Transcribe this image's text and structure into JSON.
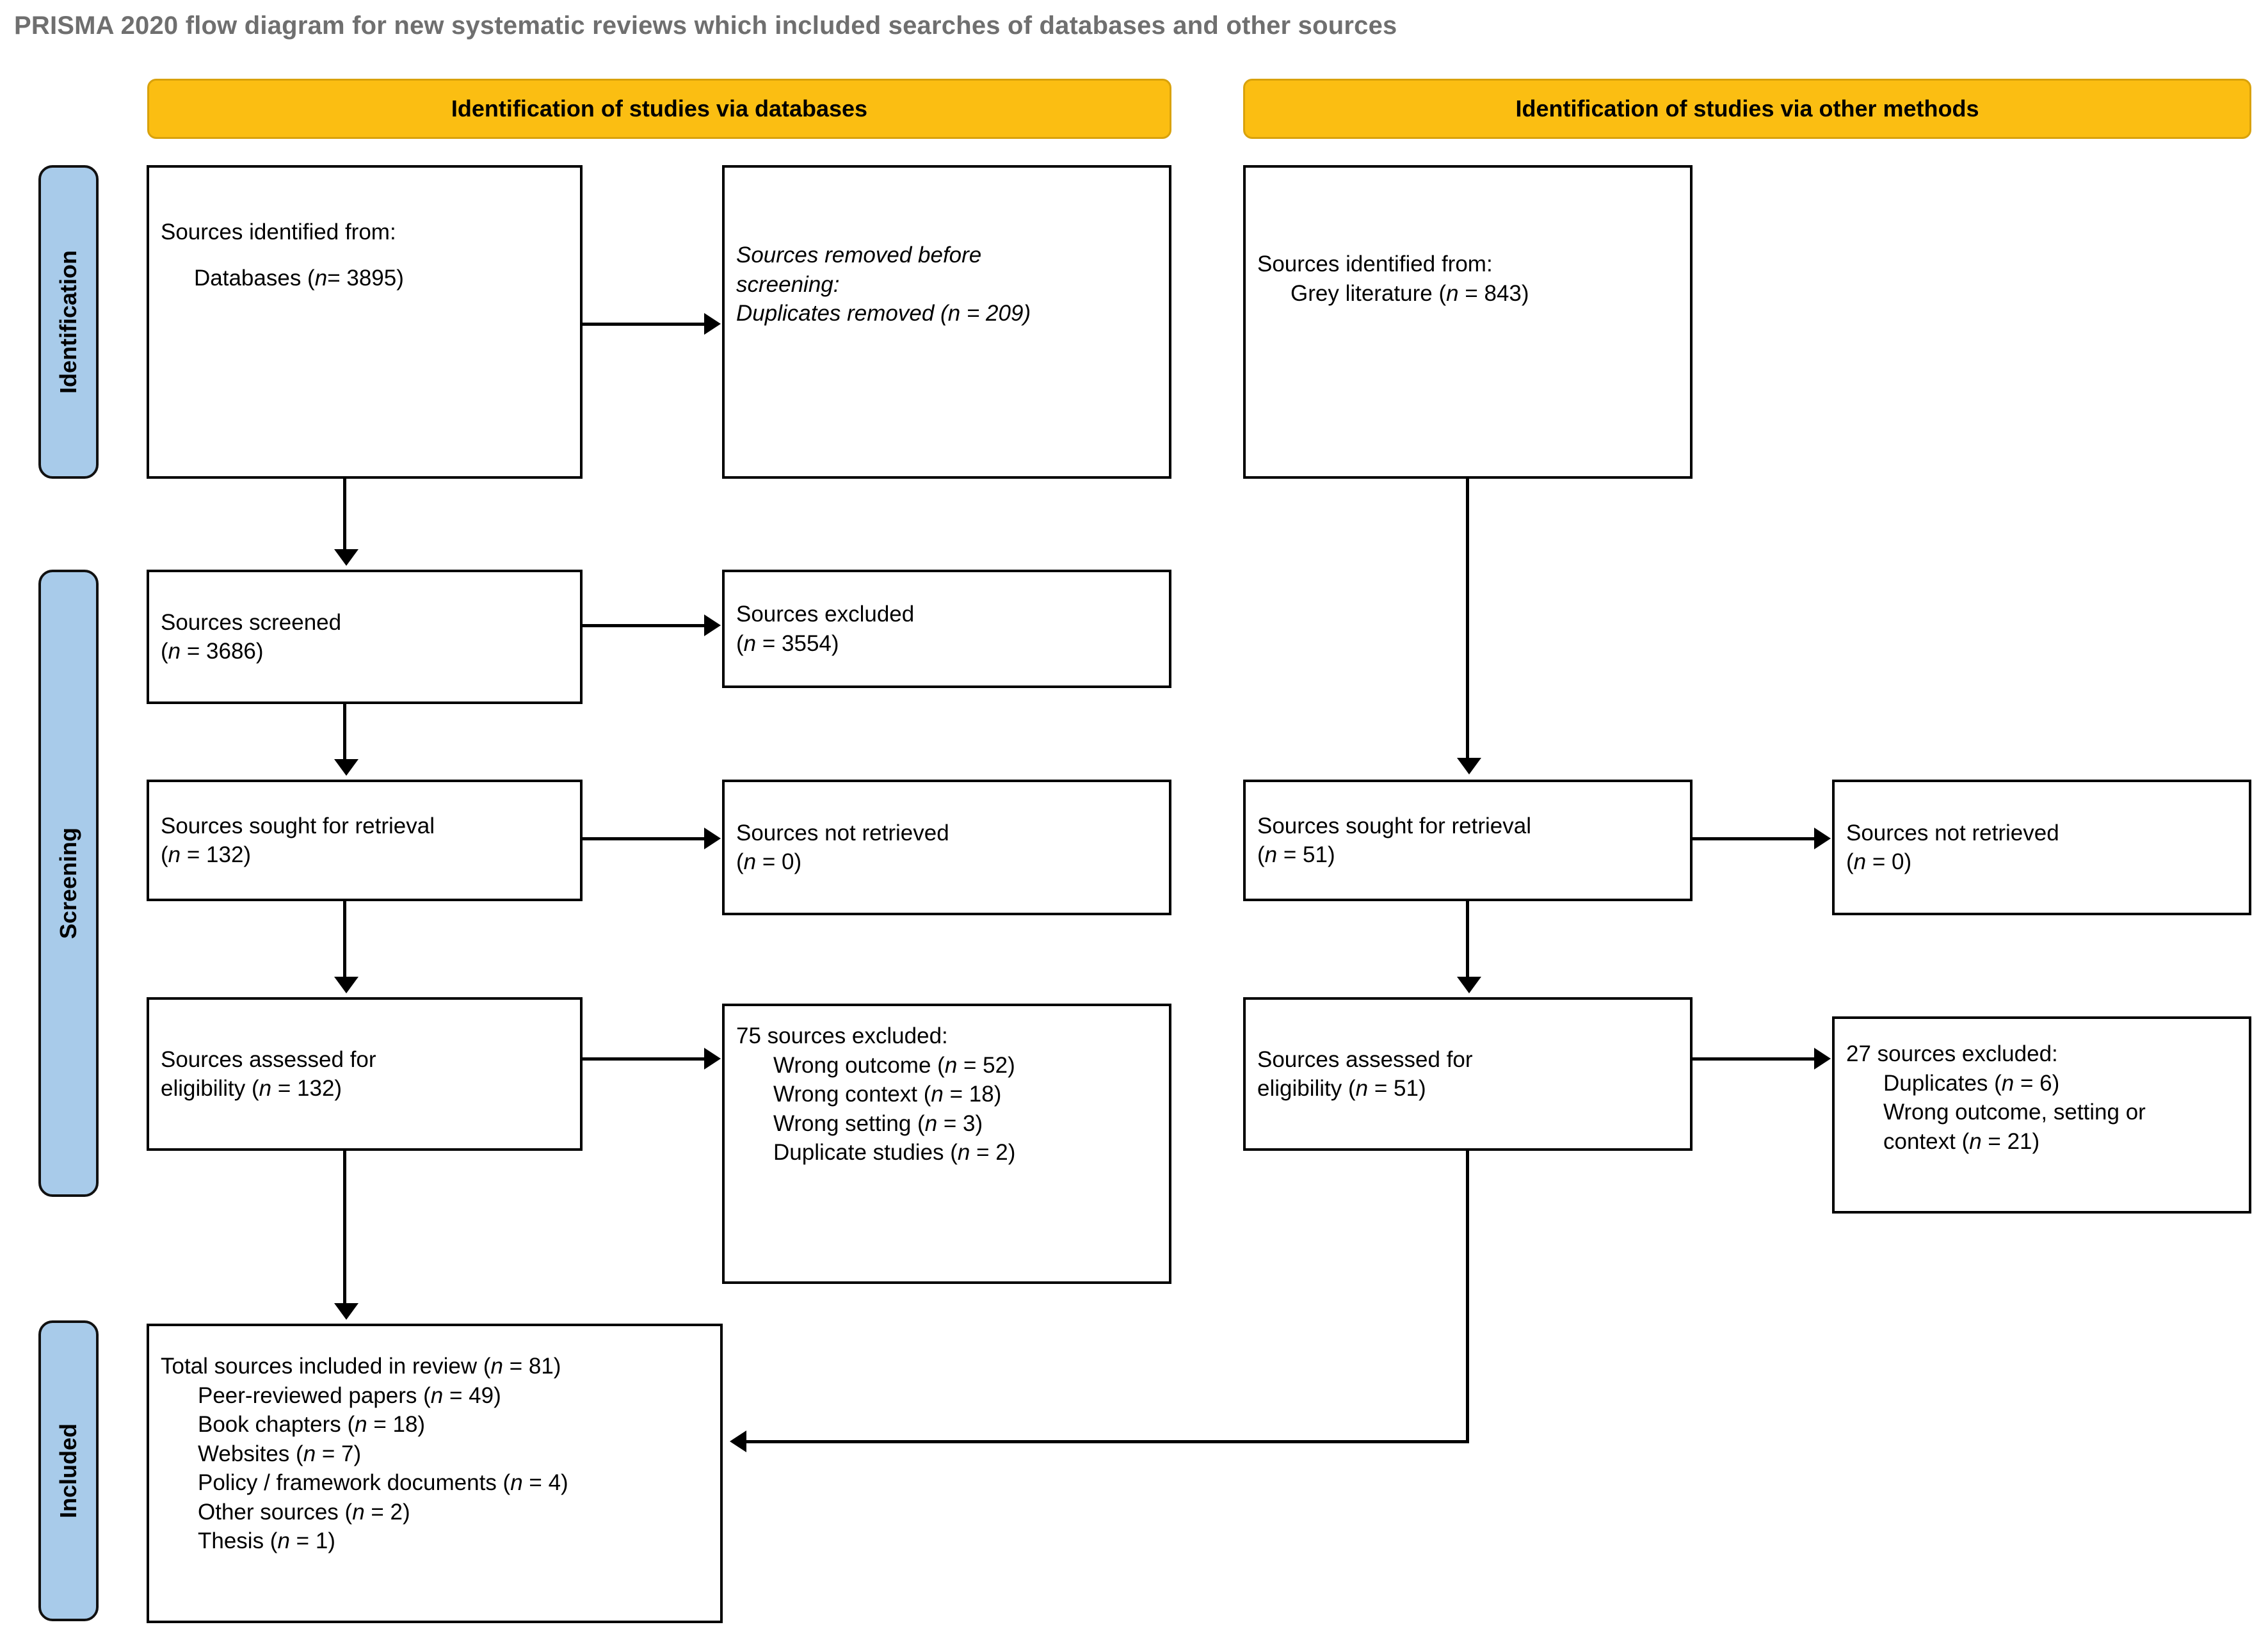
{
  "title": "PRISMA 2020 flow diagram for new systematic reviews which included searches of databases and other sources",
  "colors": {
    "header_bar": "#FBBE12",
    "header_bar_border": "#D9A20B",
    "rail": "#A8CBEA",
    "title_text": "#6f6f6f",
    "box_border": "#000000"
  },
  "headers": {
    "databases": "Identification of studies via databases",
    "other_methods": "Identification of studies via other methods"
  },
  "rails": {
    "identification": "Identification",
    "screening": "Screening",
    "included": "Included"
  },
  "databases_column": {
    "identified": {
      "line1": "Sources identified from:",
      "line2": "Databases (n= 3895)"
    },
    "removed": {
      "line1": "Sources removed before",
      "line2": "screening:",
      "line3": "Duplicates removed (n = 209)"
    },
    "screened": {
      "line1": "Sources screened",
      "line2": "(n = 3686)"
    },
    "excluded": {
      "line1": "Sources excluded",
      "line2": "(n = 3554)"
    },
    "sought": {
      "line1": "Sources sought for retrieval",
      "line2": "(n = 132)"
    },
    "not_retrieved": {
      "line1": "Sources not retrieved",
      "line2": "(n = 0)"
    },
    "assessed": {
      "line1": "Sources assessed for",
      "line2": "eligibility (n = 132)"
    },
    "excluded_list": {
      "heading": "75 sources excluded:",
      "items": [
        "Wrong outcome (n = 52)",
        "Wrong context (n = 18)",
        "Wrong setting (n = 3)",
        "Duplicate studies (n = 2)"
      ]
    }
  },
  "other_methods_column": {
    "identified": {
      "line1": "Sources identified from:",
      "line2": "Grey literature (n = 843)"
    },
    "sought": {
      "line1": "Sources sought for retrieval",
      "line2": "(n = 51)"
    },
    "not_retrieved": {
      "line1": "Sources not retrieved",
      "line2": "(n = 0)"
    },
    "assessed": {
      "line1": "Sources assessed for",
      "line2": "eligibility (n = 51)"
    },
    "excluded_list": {
      "heading": "27 sources excluded:",
      "items": [
        "Duplicates (n = 6)",
        "Wrong outcome, setting or",
        "context (n = 21)"
      ]
    }
  },
  "included_box": {
    "heading": "Total sources included in review (n = 81)",
    "items": [
      "Peer-reviewed papers (n = 49)",
      "Book chapters (n = 18)",
      "Websites (n = 7)",
      "Policy / framework documents (n = 4)",
      "Other sources (n = 2)",
      "Thesis (n = 1)"
    ]
  }
}
